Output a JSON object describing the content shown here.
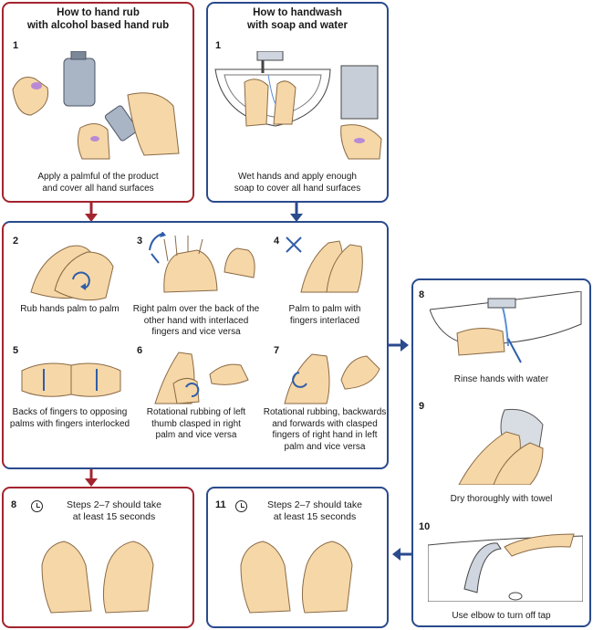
{
  "colors": {
    "rub": "#a3242e",
    "wash": "#2a4b8c",
    "skin": "#f6d7a8",
    "outline": "#8a6a45",
    "motion": "#2f5ea8"
  },
  "rub_header": {
    "title": "How to hand rub\nwith alcohol based hand rub",
    "step": "1",
    "caption": "Apply a palmful of the product\nand cover all hand surfaces"
  },
  "wash_header": {
    "title": "How to handwash\nwith soap and water",
    "step": "1",
    "caption": "Wet hands and apply enough\nsoap to cover all hand surfaces"
  },
  "common_steps": [
    {
      "num": "2",
      "caption": "Rub hands palm to palm"
    },
    {
      "num": "3",
      "caption": "Right palm over the back of the\nother hand with interlaced\nfingers and vice versa"
    },
    {
      "num": "4",
      "caption": "Palm to palm with\nfingers interlaced"
    },
    {
      "num": "5",
      "caption": "Backs of fingers to opposing\npalms with fingers interlocked"
    },
    {
      "num": "6",
      "caption": "Rotational rubbing of left\nthumb clasped in right\npalm and vice versa"
    },
    {
      "num": "7",
      "caption": "Rotational rubbing, backwards\nand forwards with clasped\nfingers of right hand in left\npalm and vice versa"
    }
  ],
  "wash_steps": [
    {
      "num": "8",
      "caption": "Rinse hands with water"
    },
    {
      "num": "9",
      "caption": "Dry thoroughly with towel"
    },
    {
      "num": "10",
      "caption": "Use elbow to turn off tap"
    }
  ],
  "rub_end": {
    "num": "8",
    "text": "Steps 2–7 should take\nat least 15 seconds"
  },
  "wash_end": {
    "num": "11",
    "text": "Steps 2–7 should take\nat least 15 seconds"
  }
}
